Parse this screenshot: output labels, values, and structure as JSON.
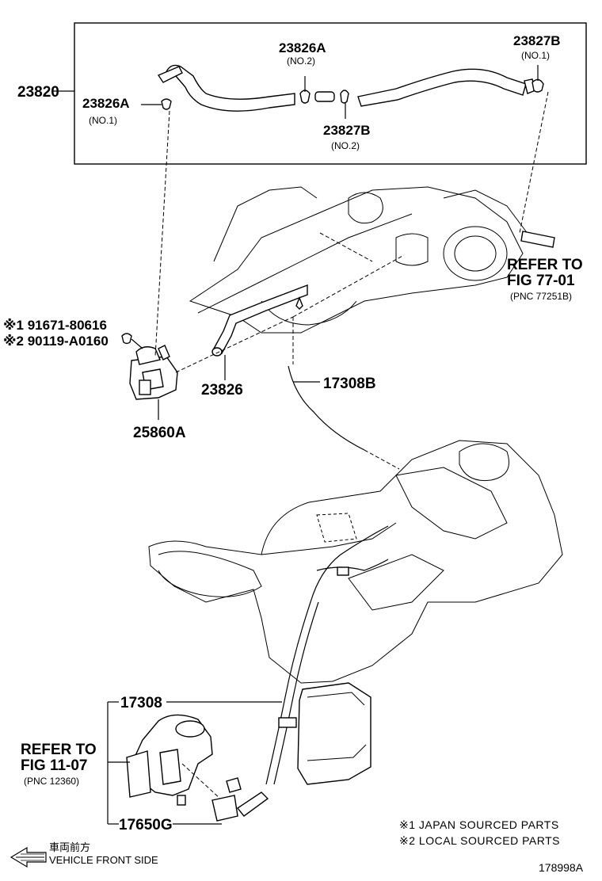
{
  "callouts": {
    "main_assembly": "23820",
    "clamp_a_top": "23826A",
    "clamp_a_top_sub": "(NO.2)",
    "clamp_a_left": "23826A",
    "clamp_a_left_sub": "(NO.1)",
    "clamp_b_top": "23827B",
    "clamp_b_top_sub": "(NO.1)",
    "clamp_b_mid": "23827B",
    "clamp_b_mid_sub": "(NO.2)",
    "hose": "23826",
    "vent_hose": "17308B",
    "valve": "25860A",
    "canister_hose": "17308",
    "canister_valve": "17650G",
    "bolt_1": "※1 91671-80616",
    "bolt_2": "※2 90119-A0160"
  },
  "references": {
    "fig77_line1": "REFER TO",
    "fig77_line2": "FIG 77-01",
    "fig77_line3": "(PNC 77251B)",
    "fig11_line1": "REFER TO",
    "fig11_line2": "FIG 11-07",
    "fig11_line3": "(PNC 12360)"
  },
  "legend": {
    "note1": "※1 JAPAN SOURCED PARTS",
    "note2": "※2 LOCAL SOURCED PARTS"
  },
  "orientation": {
    "japanese_label": "車両前方",
    "english_label": "VEHICLE FRONT SIDE"
  },
  "figure_id": "178998A"
}
